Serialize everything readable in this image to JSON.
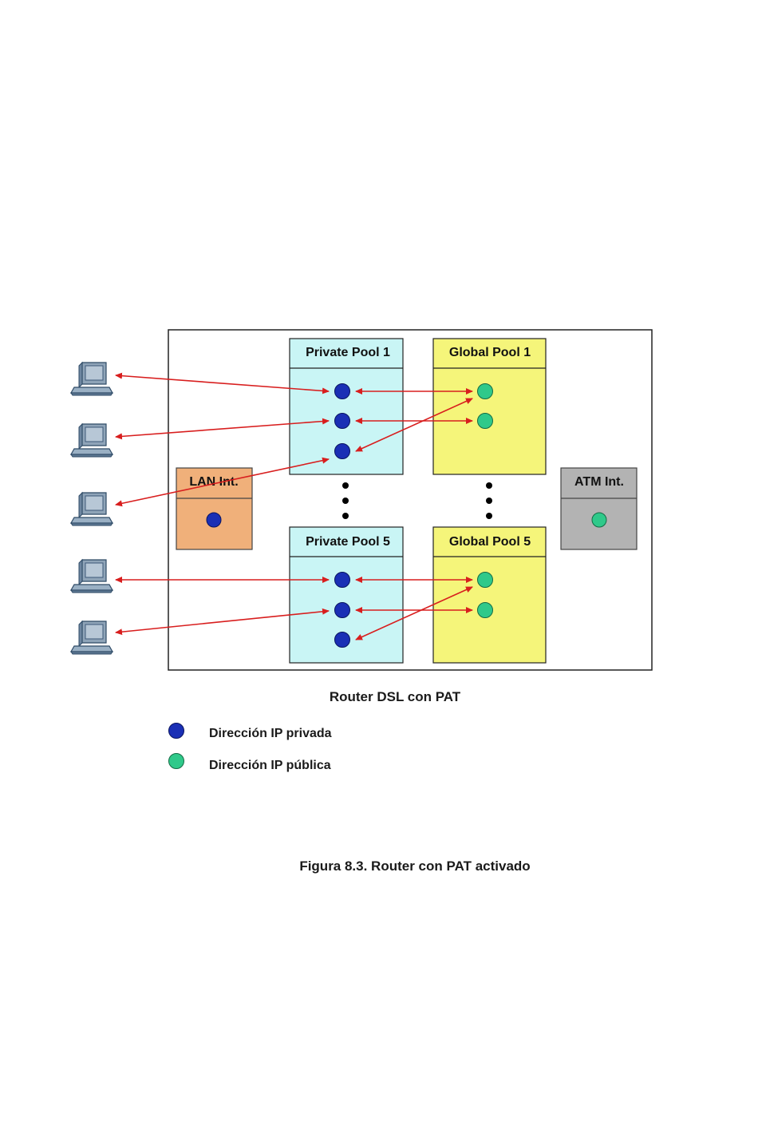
{
  "diagram": {
    "router_caption": "Router DSL con PAT",
    "figure_caption": "Figura 8.3. Router con PAT activado",
    "boxes": {
      "private_pool_1": "Private Pool 1",
      "global_pool_1": "Global Pool 1",
      "private_pool_5": "Private Pool 5",
      "global_pool_5": "Global Pool 5",
      "lan_int": "LAN Int.",
      "atm_int": "ATM Int."
    },
    "legend": [
      {
        "label": "Dirección IP privada",
        "color": "#1a2fb5"
      },
      {
        "label": "Dirección IP pública",
        "color": "#2fc98a"
      }
    ]
  },
  "colors": {
    "private_pool_fill": "#c9f5f5",
    "global_pool_fill": "#f5f57a",
    "lan_fill": "#f0b07a",
    "atm_fill": "#b3b3b3",
    "arrow": "#d81e1e",
    "private_dot": "#1a2fb5",
    "public_dot": "#2fc98a"
  }
}
